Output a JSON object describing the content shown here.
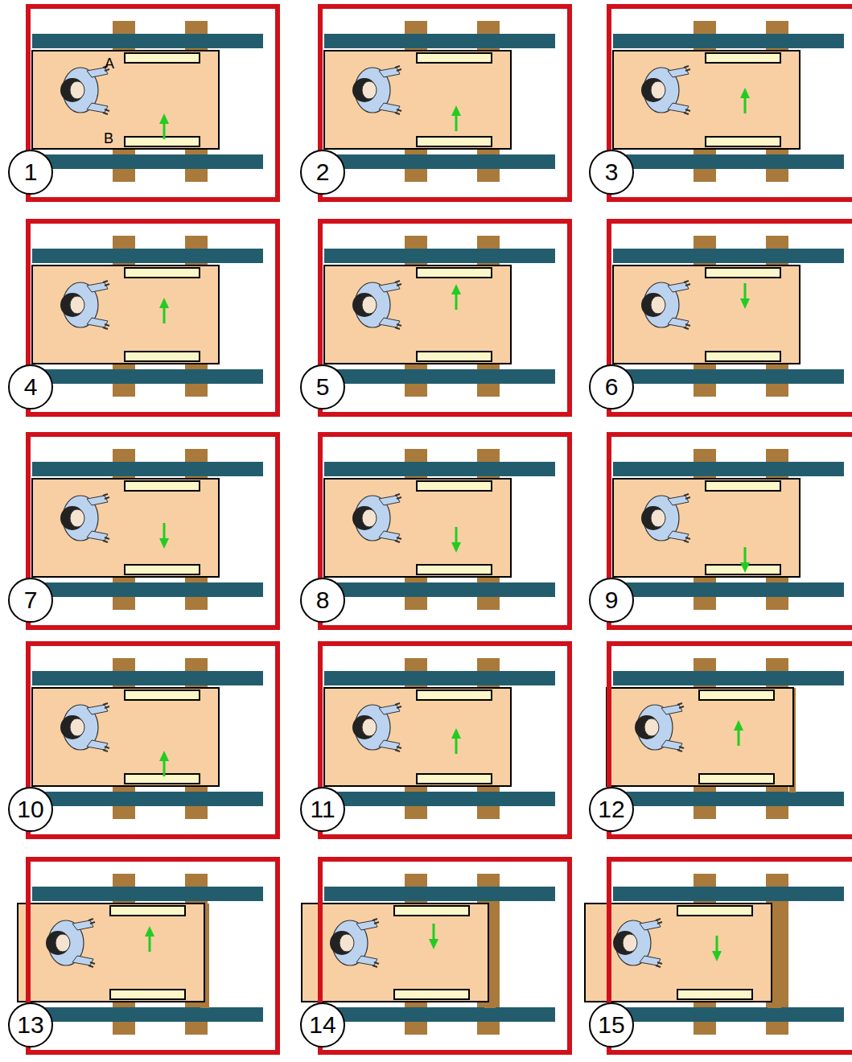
{
  "diagram": {
    "nodes": [
      {
        "text": [
          "1"
        ]
      },
      {
        "text": [
          "2"
        ]
      },
      {
        "text": [
          "3"
        ]
      },
      {
        "text": [
          "4"
        ]
      },
      {
        "text": [
          "5"
        ]
      },
      {
        "text": [
          "6"
        ]
      },
      {
        "text": [
          "7"
        ]
      },
      {
        "text": [
          "8"
        ]
      },
      {
        "text": [
          "9"
        ]
      },
      {
        "text": [
          "10"
        ]
      },
      {
        "text": [
          "11"
        ]
      },
      {
        "text": [
          "12"
        ]
      },
      {
        "text": [
          "13"
        ]
      },
      {
        "text": [
          "14"
        ]
      },
      {
        "text": [
          "15"
        ]
      }
    ],
    "labels": [
      "A",
      "B"
    ]
  }
}
